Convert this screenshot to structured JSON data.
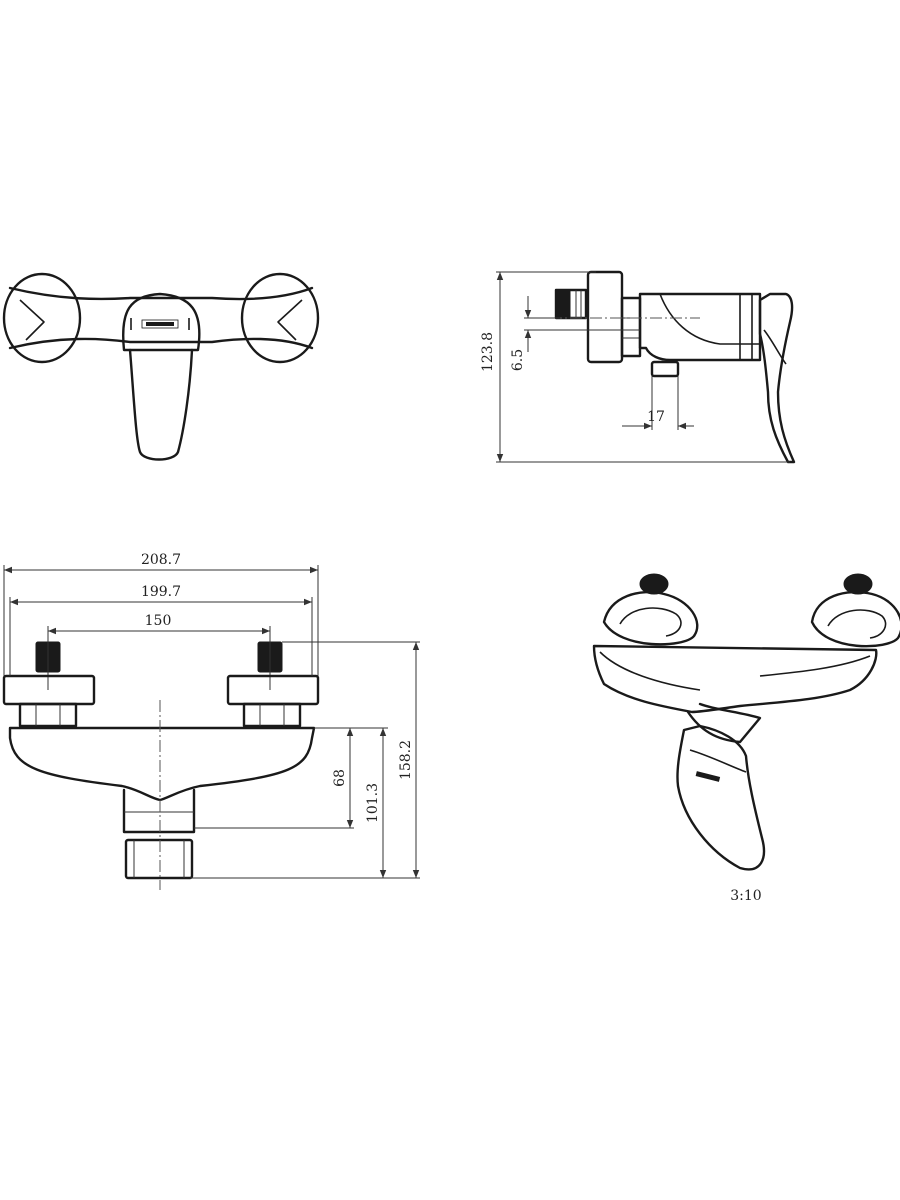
{
  "dimensions": {
    "side_height": "123.8",
    "side_offset": "6.5",
    "side_depth": "17",
    "width_outer": "208.7",
    "width_inner": "199.7",
    "centers": "150",
    "height_outlet": "68",
    "height_body": "101.3",
    "height_total": "158.2"
  },
  "scale": "3:10",
  "colors": {
    "line": "#1a1a1a",
    "dimension": "#333333",
    "background": "#ffffff"
  }
}
